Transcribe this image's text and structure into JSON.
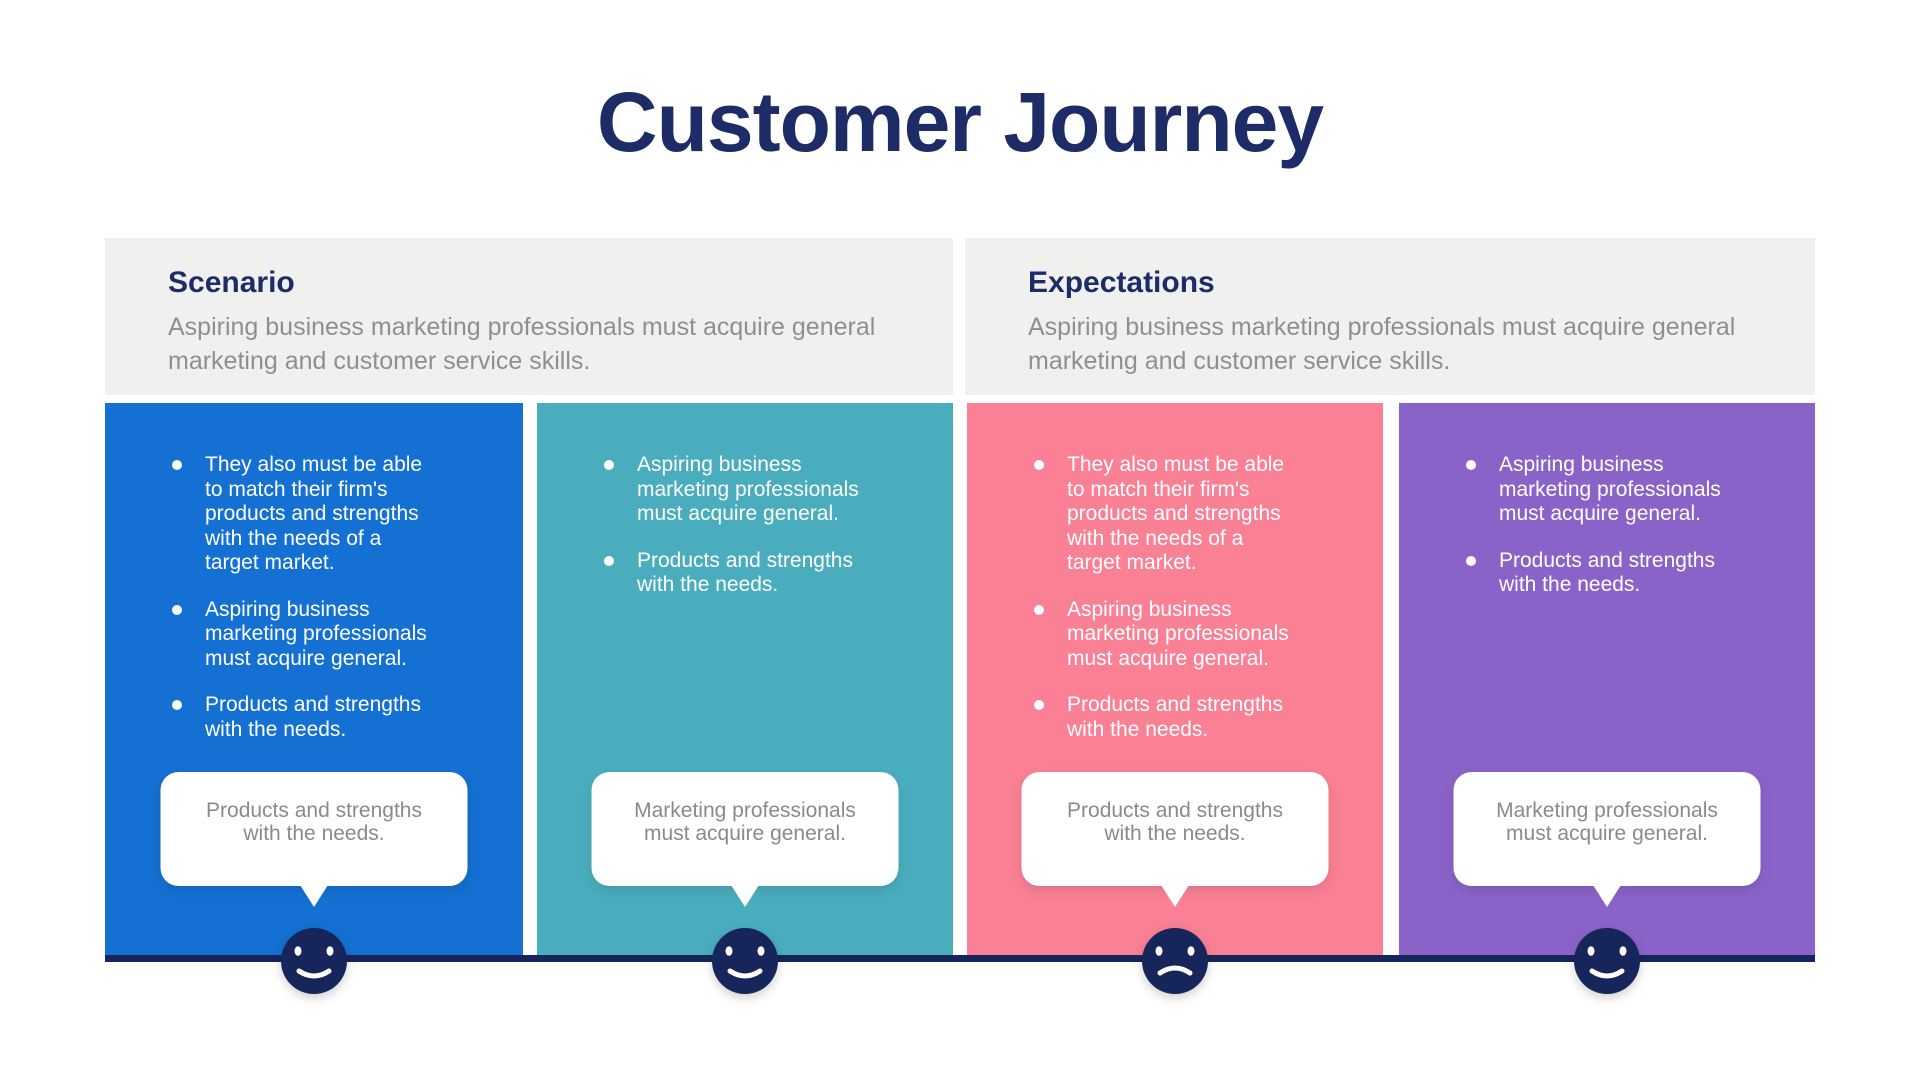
{
  "title": "Customer Journey",
  "colors": {
    "title_navy": "#1d2b67",
    "timeline_navy": "#16265a",
    "header_bg": "#f0f0ef",
    "header_text_gray": "#8f8f8f",
    "bubble_text_gray": "#8a8a8a",
    "column_blue": "#1470d2",
    "column_teal": "#4aadbd",
    "column_pink": "#f98095",
    "column_purple": "#8a63c8"
  },
  "sections": [
    {
      "heading": "Scenario",
      "description": "Aspiring business marketing professionals must acquire general marketing and customer service skills."
    },
    {
      "heading": "Expectations",
      "description": "Aspiring business marketing professionals must acquire general marketing and customer service skills."
    }
  ],
  "columns": [
    {
      "color": "#1470d2",
      "bullets": [
        "They also must be able to match their firm's products and strengths with the needs of a target market.",
        "Aspiring business marketing professionals must acquire general.",
        "Products and strengths with the needs."
      ],
      "bubble_text": "Products and strengths with the needs.",
      "mood": "happy"
    },
    {
      "color": "#4aadbd",
      "bullets": [
        "Aspiring business marketing professionals must acquire general.",
        "Products and strengths with the needs."
      ],
      "bubble_text": "Marketing professionals must acquire general.",
      "mood": "happy"
    },
    {
      "color": "#f98095",
      "bullets": [
        "They also must be able to match their firm's products and strengths with the needs of a target market.",
        "Aspiring business marketing professionals must acquire general.",
        "Products and strengths with the needs."
      ],
      "bubble_text": "Products and strengths with the needs.",
      "mood": "sad"
    },
    {
      "color": "#8a63c8",
      "bullets": [
        "Aspiring business marketing professionals must acquire general.",
        "Products and strengths with the needs."
      ],
      "bubble_text": "Marketing professionals must acquire general.",
      "mood": "happy"
    }
  ]
}
